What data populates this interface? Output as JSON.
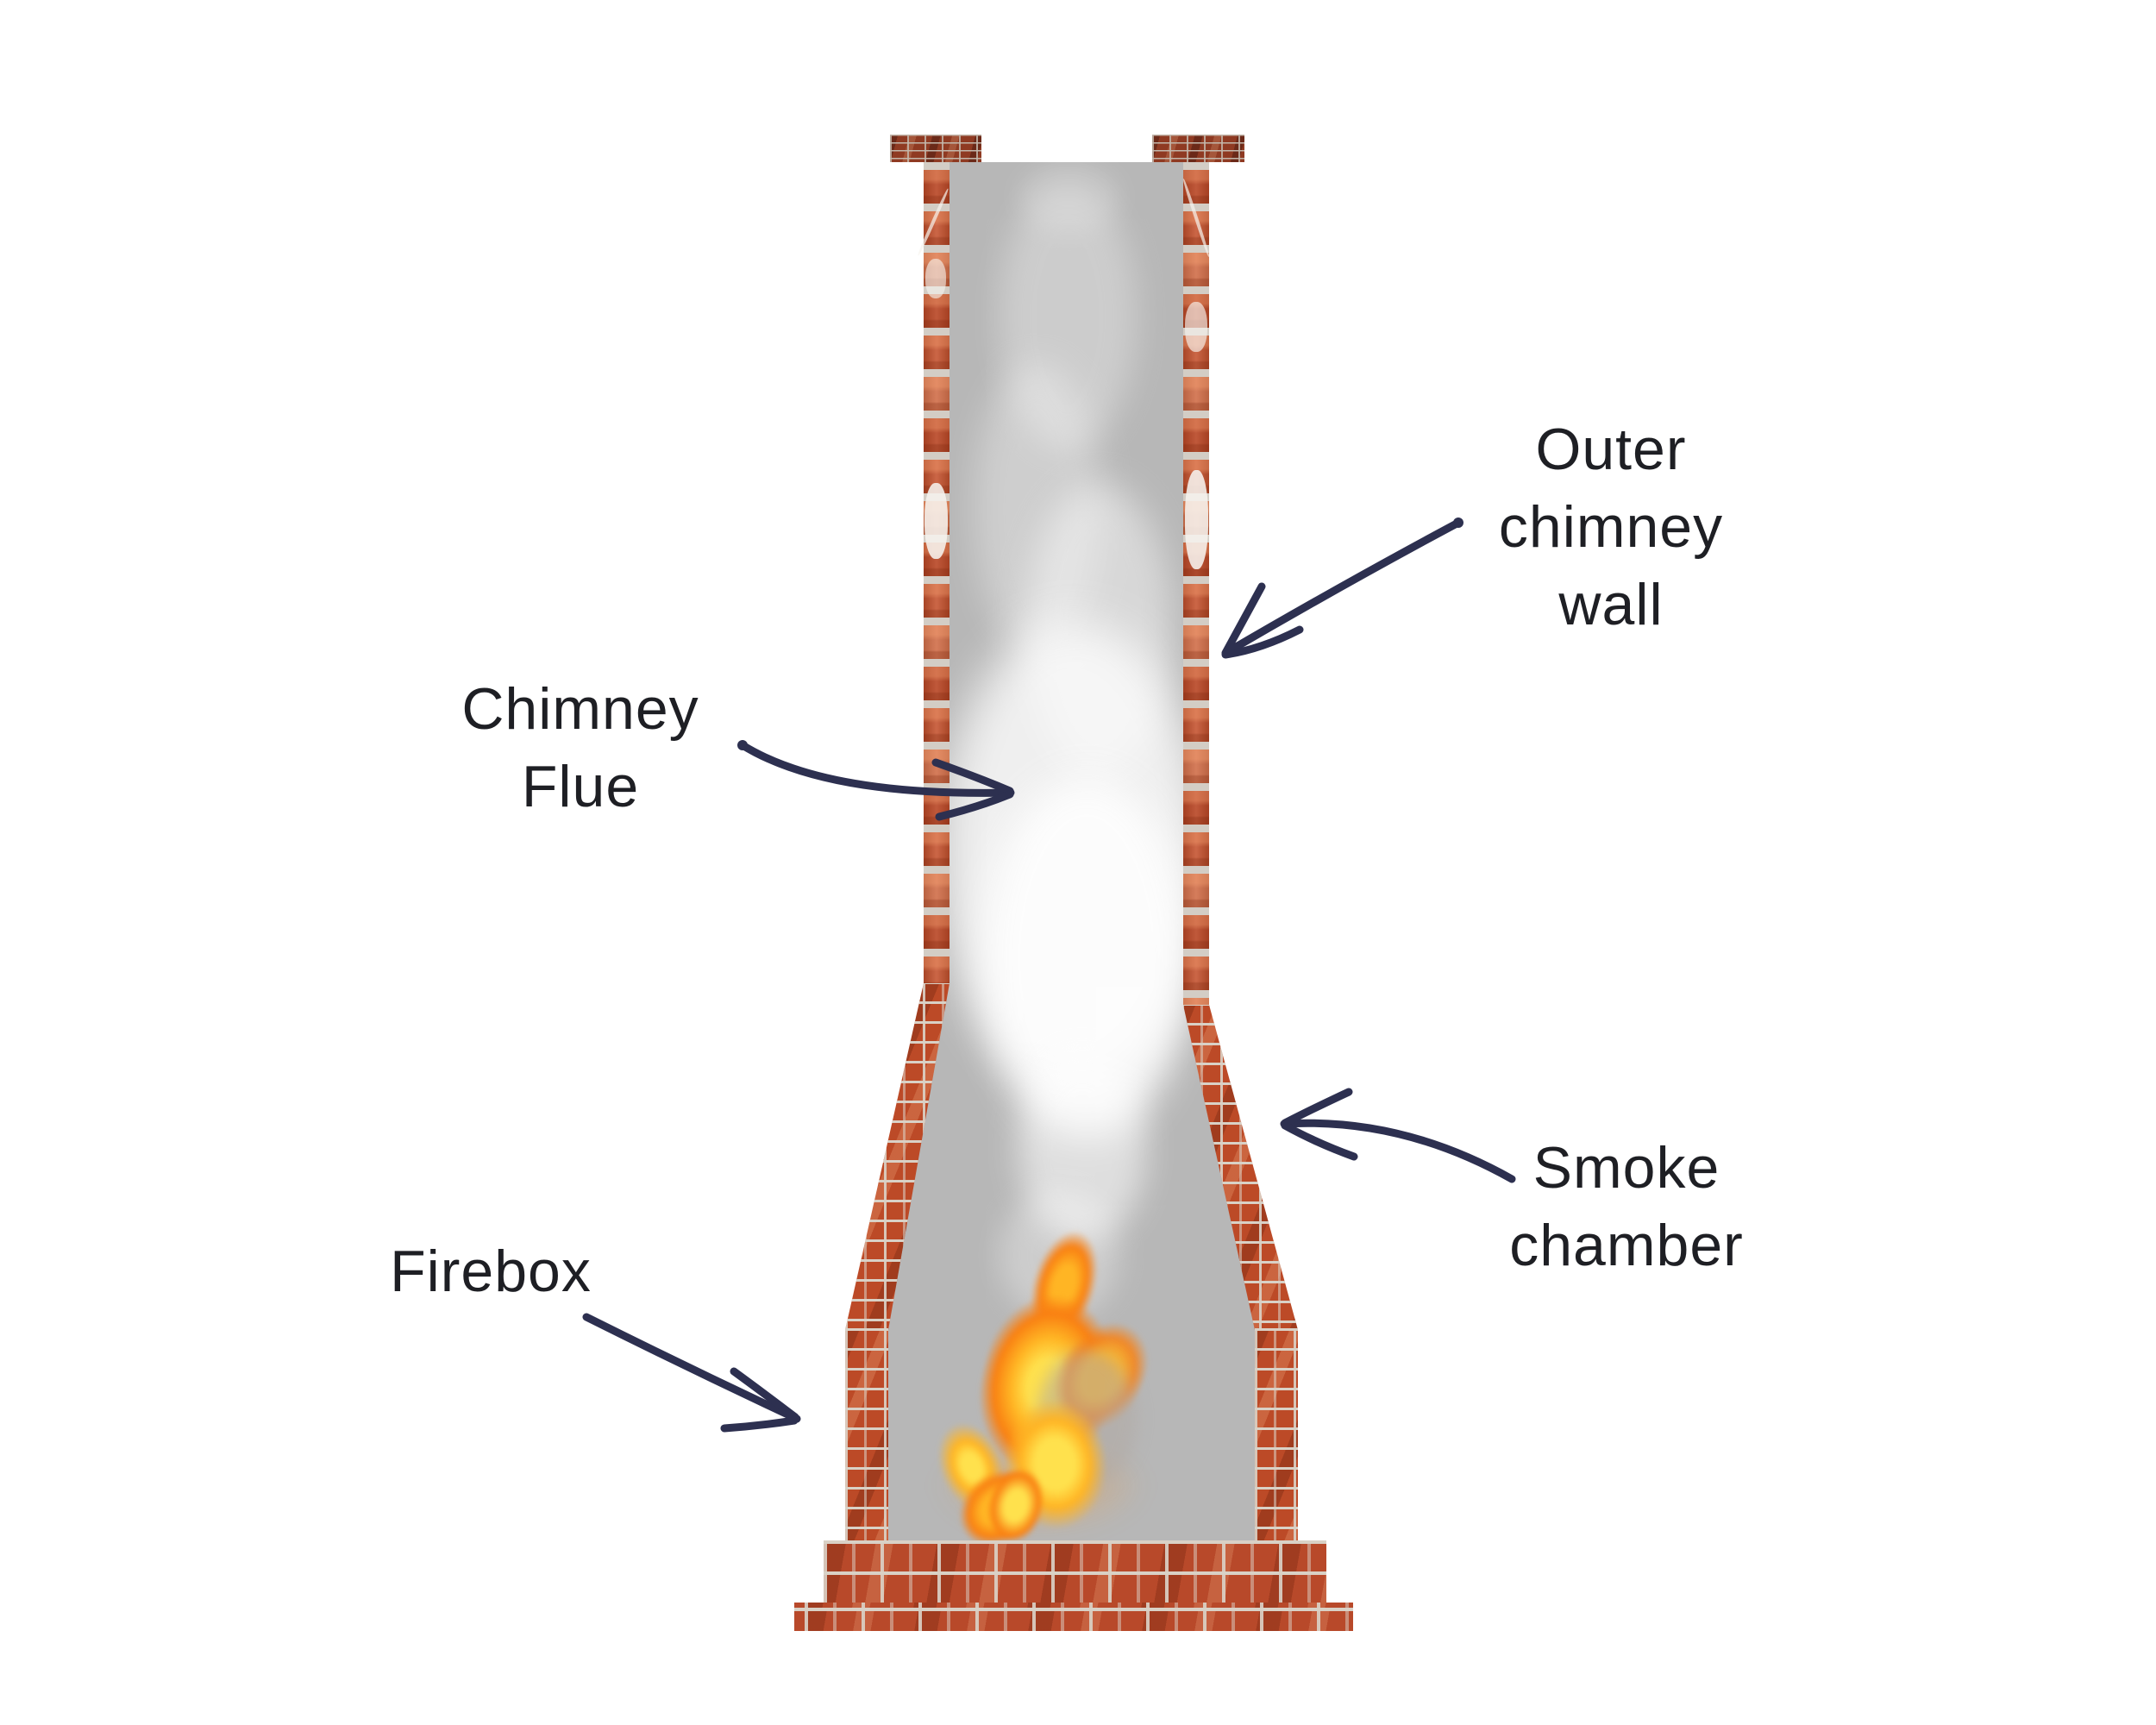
{
  "labels": {
    "outer_chimney_wall": {
      "lines": [
        "Outer",
        "chimney",
        "wall"
      ]
    },
    "chimney_flue": {
      "lines": [
        "Chimney",
        "Flue"
      ]
    },
    "smoke_chamber": {
      "lines": [
        "Smoke",
        "chamber"
      ]
    },
    "firebox": {
      "lines": [
        "Firebox"
      ]
    }
  },
  "arrows": [
    {
      "name": "outer-chimney-wall-arrow",
      "points_to": "outer chimney wall"
    },
    {
      "name": "chimney-flue-arrow",
      "points_to": "chimney flue"
    },
    {
      "name": "smoke-chamber-arrow",
      "points_to": "smoke chamber"
    },
    {
      "name": "firebox-arrow",
      "points_to": "firebox"
    }
  ],
  "colors": {
    "ink": "#2d3050",
    "text": "#1e1f24",
    "flue_gray": "#b7b7b7",
    "smoke": "#ffffff",
    "brick_base": "#c4512d",
    "brick_dark": "#8f3a22",
    "mortar": "#d8d1c7",
    "flame_core": "#ffe14d",
    "flame_mid": "#ffb524",
    "flame_deep": "#f98012"
  }
}
